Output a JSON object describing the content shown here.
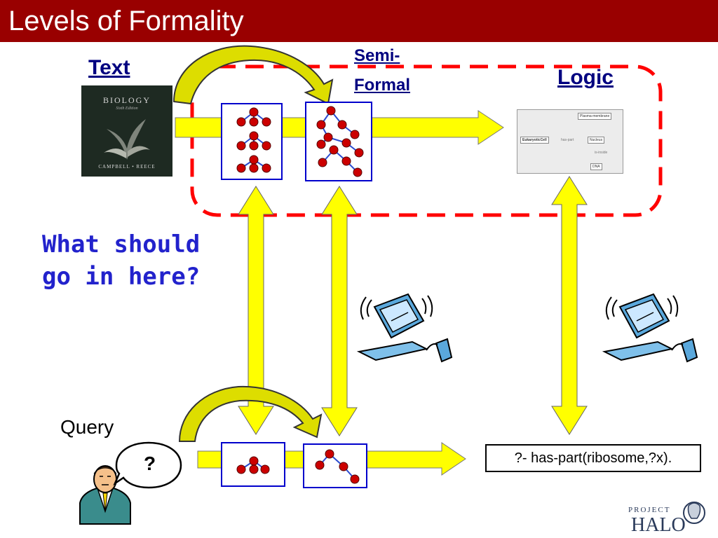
{
  "slide": {
    "title": "Levels of Formality",
    "header_color": "#990000"
  },
  "labels": {
    "text": "Text",
    "semi_line1": "Semi-",
    "semi_line2": "Formal",
    "logic": "Logic",
    "question": "What should go in here?",
    "query": "Query",
    "query_expression": "?- has-part(ribosome,?x).",
    "speech": "?"
  },
  "book": {
    "title": "BIOLOGY",
    "edition": "Sixth Edition",
    "authors": "CAMPBELL • REECE"
  },
  "logic_graph": {
    "cell": "EukaryoticCell",
    "relation": "has-part",
    "relation2": "is-inside",
    "membrane": "Plasma-membrane",
    "nucleus": "Nucleus",
    "dna": "DNA"
  },
  "logo": {
    "project": "PROJECT",
    "name": "HALO"
  },
  "icons": [
    "book-cover-icon",
    "computer-icon",
    "person-icon",
    "speech-bubble-icon",
    "curved-arrow-icon",
    "double-arrow-icon"
  ],
  "colors": {
    "arrow_fill": "#ffff00",
    "dash_border": "#ff0000",
    "node": "#cc0000",
    "graph_border": "#0000cc",
    "label_blue": "#000080"
  }
}
